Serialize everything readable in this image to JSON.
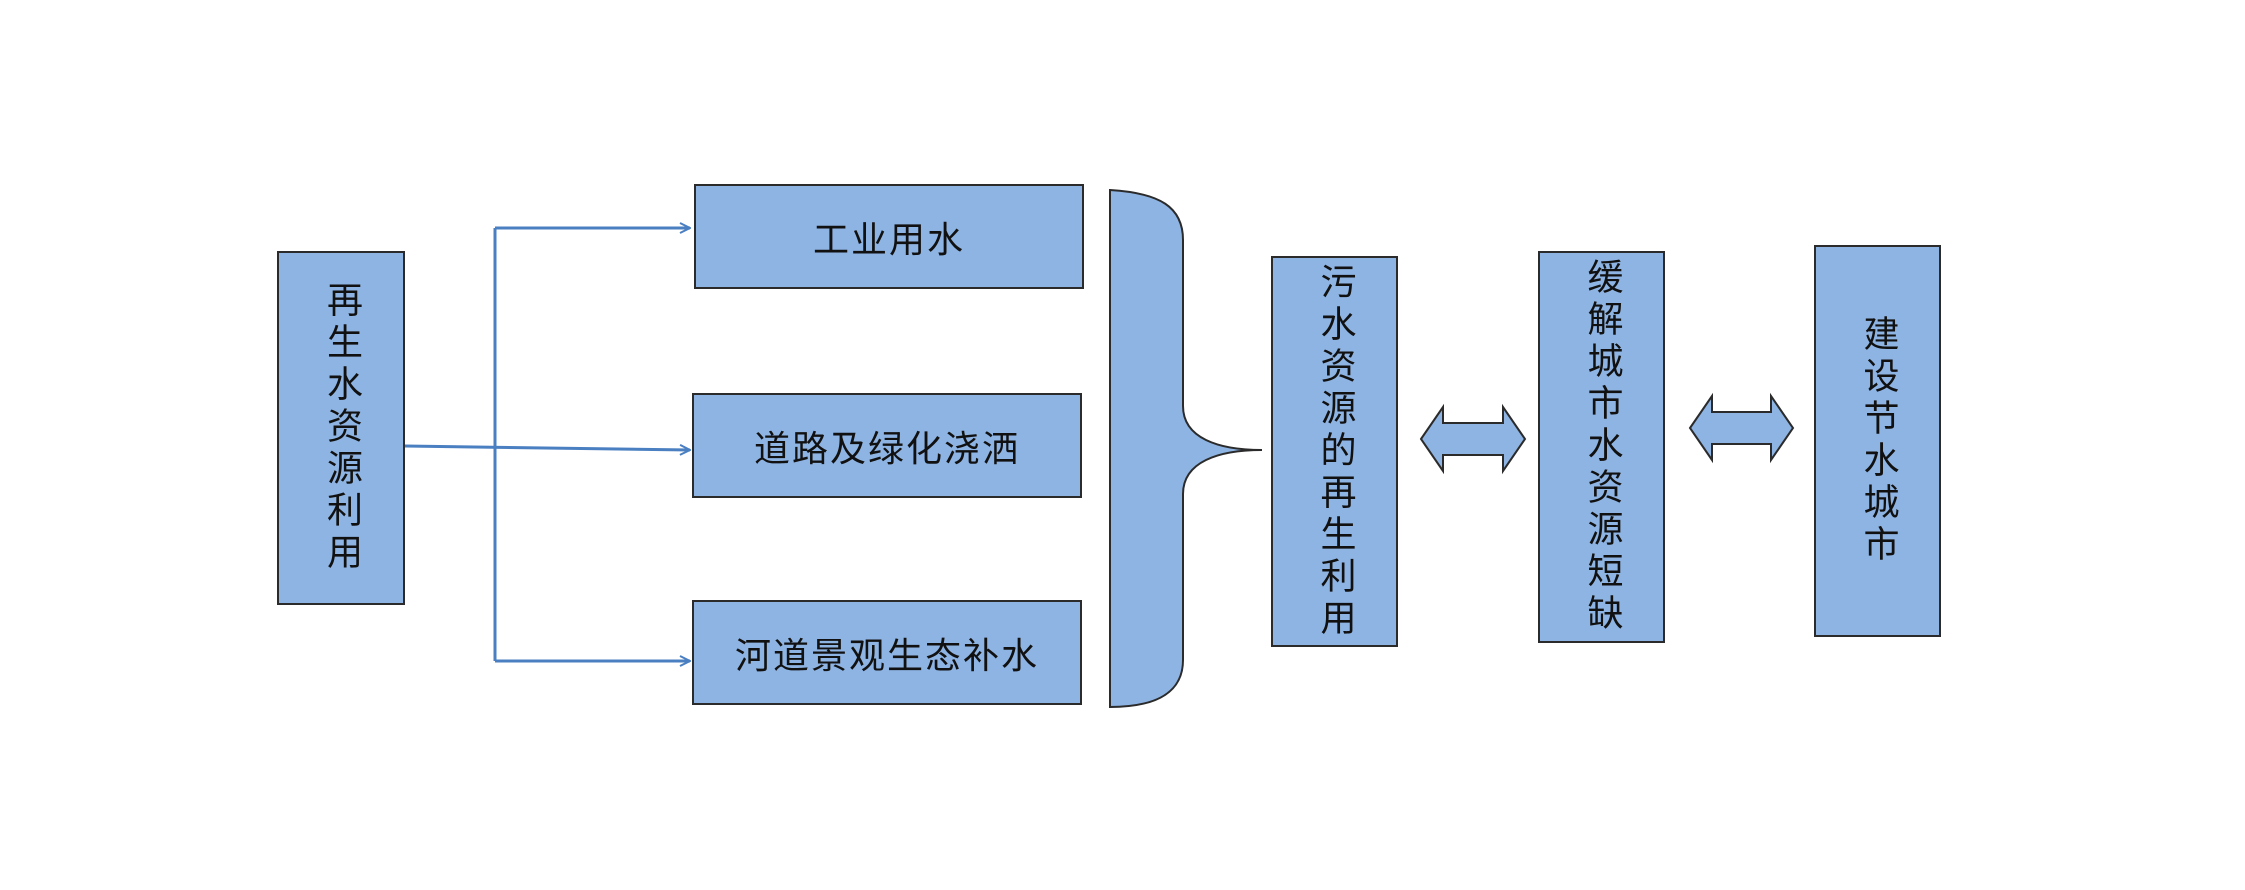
{
  "source": {
    "label": "再生水资源利用"
  },
  "uses": [
    {
      "label": "工业用水"
    },
    {
      "label": "道路及绿化浇洒"
    },
    {
      "label": "河道景观生态补水"
    }
  ],
  "reuse": {
    "label": "污水资源的再生利用"
  },
  "shortage": {
    "label": "缓解城市水资源短缺"
  },
  "goal": {
    "label": "建设节水城市"
  },
  "colors": {
    "box_fill": "#8eb4e3",
    "box_border": "#2b2b2b",
    "arrow": "#4a7fc1",
    "text": "#111111"
  }
}
